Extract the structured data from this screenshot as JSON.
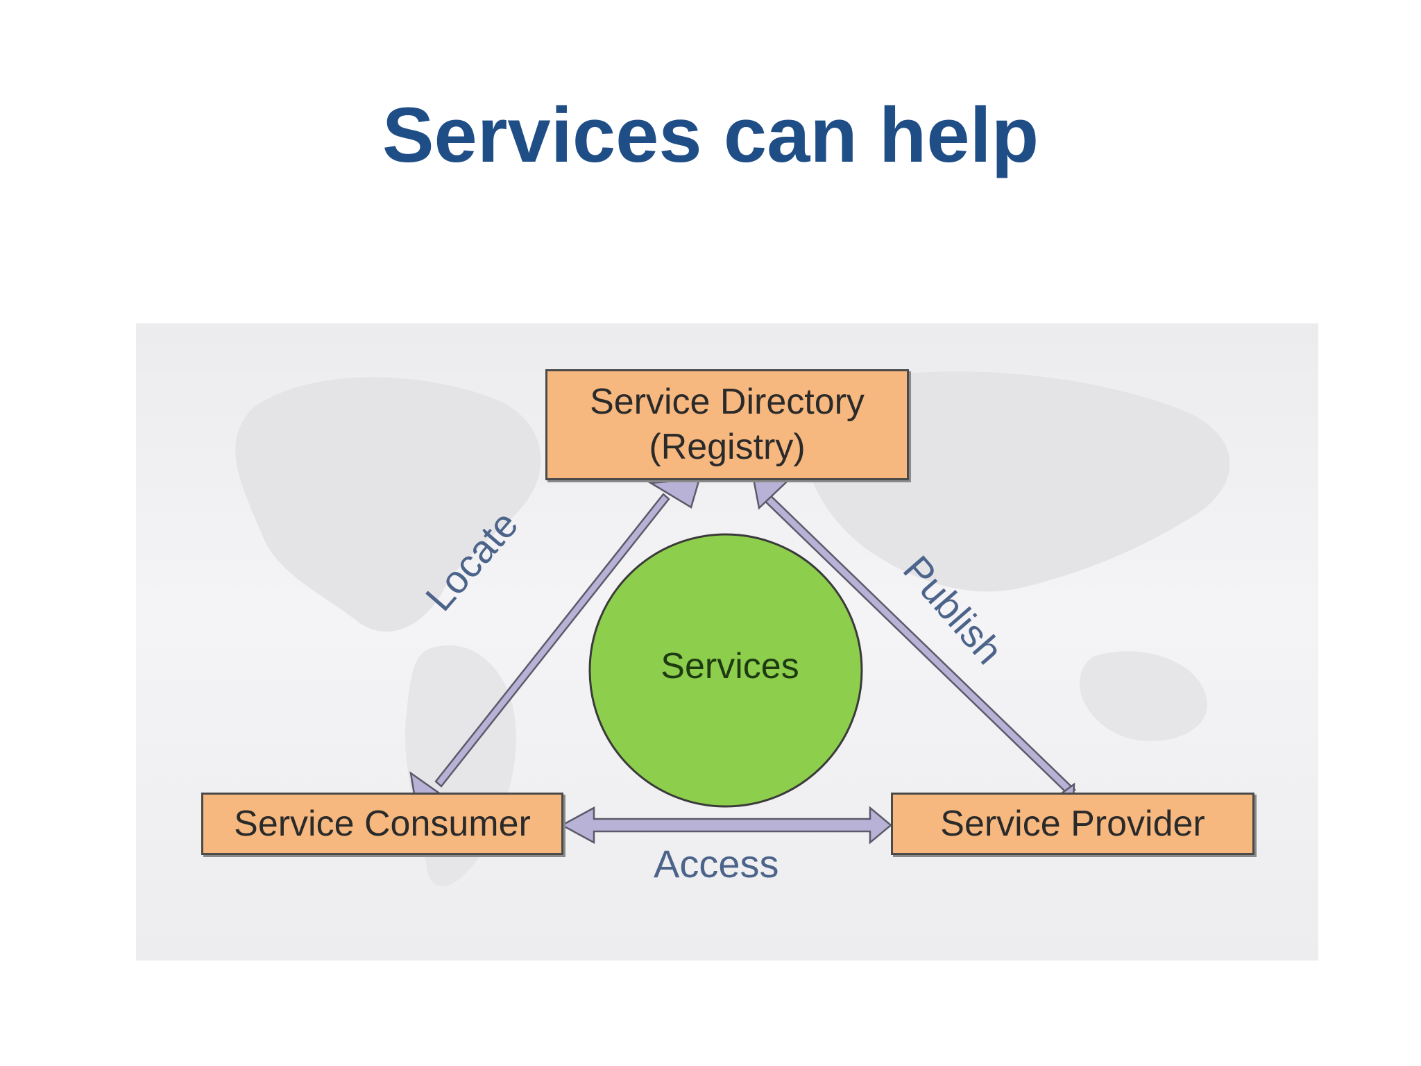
{
  "slide": {
    "title": "Services can help"
  },
  "diagram": {
    "colors": {
      "title": "#1f4e87",
      "box_fill": "#f6b87f",
      "circle_fill": "#8dcf4c",
      "arrow_fill": "#b8b3d6",
      "label": "#4c648a"
    },
    "nodes": {
      "directory": {
        "line1": "Service Directory",
        "line2": "(Registry)"
      },
      "consumer": {
        "label": "Service Consumer"
      },
      "provider": {
        "label": "Service Provider"
      },
      "services": {
        "label": "Services"
      }
    },
    "edges": {
      "locate": {
        "label": "Locate",
        "from": "consumer",
        "to": "directory"
      },
      "publish": {
        "label": "Publish",
        "from": "provider",
        "to": "directory"
      },
      "access": {
        "label": "Access",
        "between": [
          "consumer",
          "provider"
        ]
      }
    }
  }
}
